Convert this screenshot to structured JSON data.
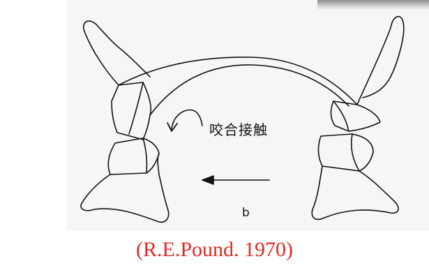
{
  "diagram": {
    "contact_label": "咬合接触",
    "panel_label": "b"
  },
  "citation": "(R.E.Pound. 1970)",
  "colors": {
    "line": "#111111",
    "citation": "#e8261f",
    "scan_background": "#f7f6f4"
  }
}
